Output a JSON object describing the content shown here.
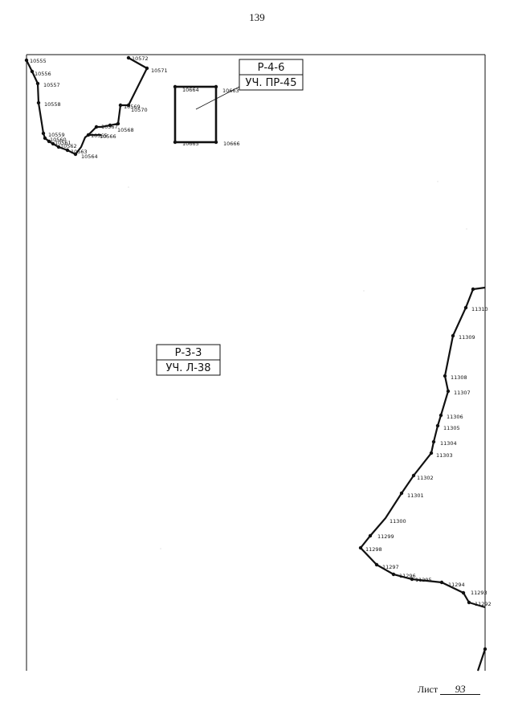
{
  "page": {
    "number": "139"
  },
  "footer": {
    "sheet_label": "Лист",
    "sheet_number": "93"
  },
  "zones": [
    {
      "zone": "Р-4-6",
      "plot": "УЧ. ПР-45"
    },
    {
      "zone": "Р-3-3",
      "plot": "УЧ. Л-38"
    }
  ],
  "boundary_top_left": {
    "points": [
      "10555",
      "10556",
      "10557",
      "10558",
      "10559",
      "10560",
      "10561",
      "10562",
      "10563",
      "10564",
      "10565",
      "10566",
      "10567",
      "10568",
      "10569",
      "10570",
      "10571",
      "10572"
    ]
  },
  "plot_rectangle": {
    "points": [
      "10663",
      "10664",
      "10665",
      "10666"
    ]
  },
  "boundary_right": {
    "points": [
      "11310",
      "11309",
      "11308",
      "11307",
      "11306",
      "11305",
      "11304",
      "11303",
      "11302",
      "11301",
      "11300",
      "11299",
      "11298",
      "11297",
      "11296",
      "11295",
      "11294",
      "11293",
      "11292"
    ]
  }
}
